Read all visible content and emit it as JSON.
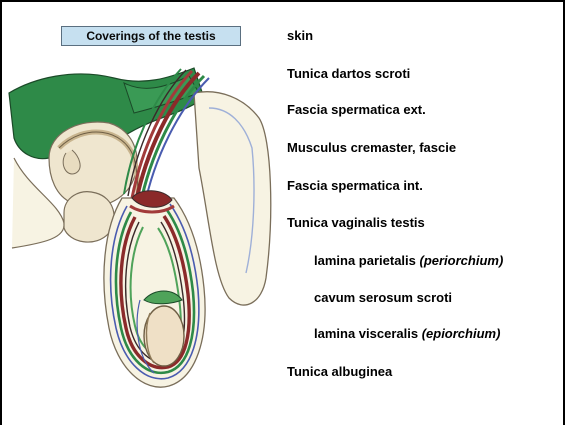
{
  "title": "Coverings of the testis",
  "colors": {
    "title_box_bg": "#c6e0f0",
    "skin_fill": "#f7f3e3",
    "dartos_green": "#2e8a48",
    "fascia_red": "#8b2a2a",
    "vaginalis_green": "#4fa35a",
    "albuginea_blue": "#4a5cb0"
  },
  "labels": [
    {
      "text": "skin",
      "italic": ""
    },
    {
      "text": "Tunica dartos scroti",
      "italic": ""
    },
    {
      "text": "Fascia spermatica ext.",
      "italic": ""
    },
    {
      "text": "Musculus cremaster, fascie",
      "italic": ""
    },
    {
      "text": "Fascia spermatica int.",
      "italic": ""
    },
    {
      "text": "Tunica vaginalis testis",
      "italic": ""
    },
    {
      "text": "lamina parietalis ",
      "italic": "(periorchium)"
    },
    {
      "text": "cavum serosum scroti",
      "italic": ""
    },
    {
      "text": "lamina visceralis ",
      "italic": "(epiorchium)"
    },
    {
      "text": "Tunica albuginea",
      "italic": ""
    }
  ]
}
